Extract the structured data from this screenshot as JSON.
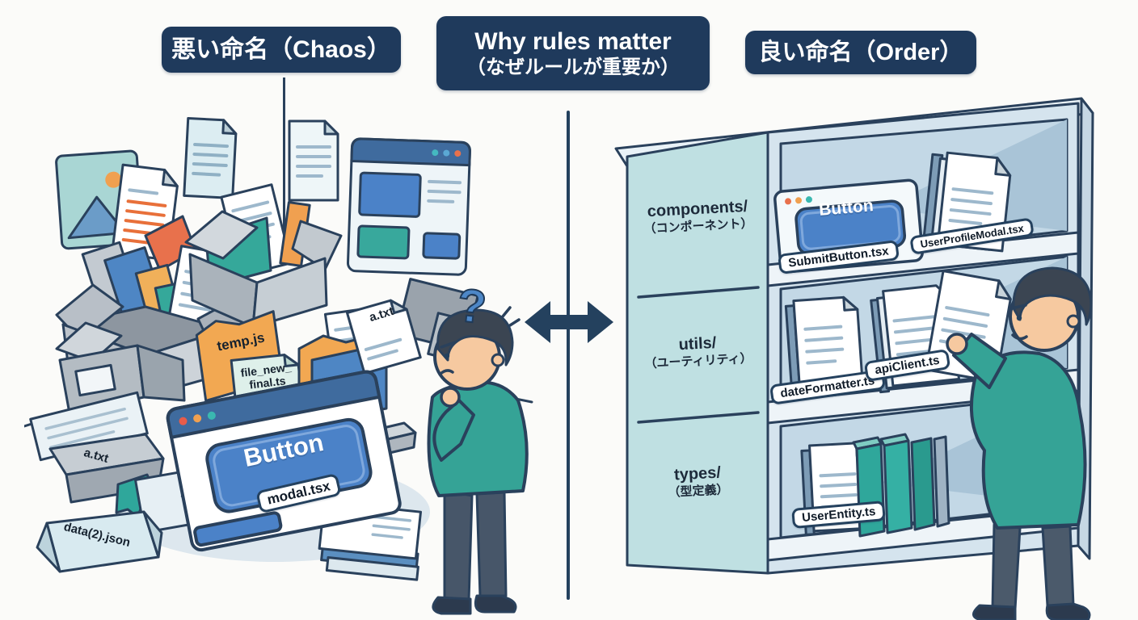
{
  "titles": {
    "bad": "悪い命名（Chaos）",
    "center_en": "Why rules matter",
    "center_ja": "（なぜルールが重要か）",
    "good": "良い命名（Order）"
  },
  "chaos": {
    "question_mark": "?",
    "button_label": "Button",
    "files": {
      "temp": "temp.js",
      "file_new_line1": "file_new_",
      "file_new_line2": "final.ts",
      "a_txt_top": "a.txt",
      "a_txt_bottom": "a.txt",
      "modal": "modal.tsx",
      "data_json": "data(2).json"
    }
  },
  "order": {
    "button_label": "Button",
    "shelves": [
      {
        "dir": "components/",
        "dir_ja": "（コンポーネント）",
        "files": [
          "SubmitButton.tsx",
          "UserProfileModal.tsx"
        ]
      },
      {
        "dir": "utils/",
        "dir_ja": "（ユーティリティ）",
        "files": [
          "dateFormatter.ts",
          "apiClient.ts"
        ]
      },
      {
        "dir": "types/",
        "dir_ja": "（型定義）",
        "files": [
          "UserEntity.ts"
        ]
      }
    ]
  },
  "colors": {
    "navy": "#24415e",
    "title_bg": "#1f3a5c",
    "accent_blue": "#4b82c8",
    "accent_teal": "#2fa79b",
    "accent_orange": "#f0a952",
    "panel_teal": "#bfe0e2"
  }
}
